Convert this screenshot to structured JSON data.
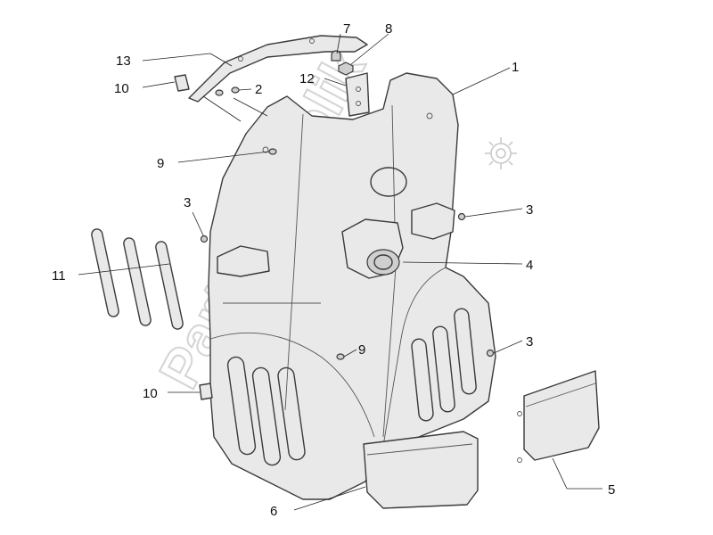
{
  "watermark": {
    "text": "PartsRepublik",
    "icon": "gear-icon"
  },
  "callouts": [
    {
      "id": "c1",
      "label": "1"
    },
    {
      "id": "c2",
      "label": "2"
    },
    {
      "id": "c3a",
      "label": "3"
    },
    {
      "id": "c3b",
      "label": "3"
    },
    {
      "id": "c3c",
      "label": "3"
    },
    {
      "id": "c4",
      "label": "4"
    },
    {
      "id": "c5",
      "label": "5"
    },
    {
      "id": "c6",
      "label": "6"
    },
    {
      "id": "c7",
      "label": "7"
    },
    {
      "id": "c8",
      "label": "8"
    },
    {
      "id": "c9a",
      "label": "9"
    },
    {
      "id": "c9b",
      "label": "9"
    },
    {
      "id": "c10a",
      "label": "10"
    },
    {
      "id": "c10b",
      "label": "10"
    },
    {
      "id": "c11",
      "label": "11"
    },
    {
      "id": "c12",
      "label": "12"
    },
    {
      "id": "c13",
      "label": "13"
    }
  ]
}
